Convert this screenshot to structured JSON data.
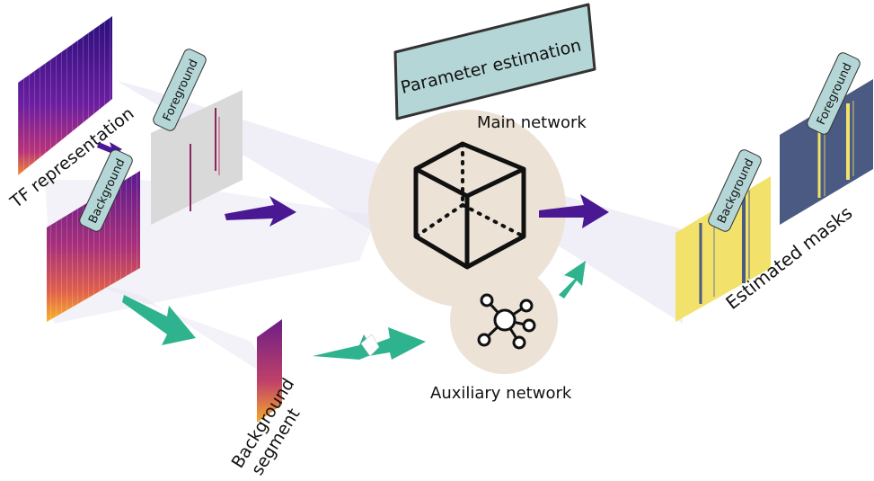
{
  "labels": {
    "tf_representation": "TF representation",
    "background_left": "Background",
    "foreground_left": "Foreground",
    "background_segment_line1": "Background",
    "background_segment_line2": "segment",
    "parameter_estimation": "Parameter estimation",
    "main_network": "Main network",
    "auxiliary_network": "Auxiliary network",
    "background_mask": "Background",
    "foreground_mask": "Foreground",
    "estimated_masks": "Estimated masks"
  },
  "colors": {
    "purple_arrow": "#4b1893",
    "teal_arrow": "#2eb38e",
    "tag_fill": "#b5d6d6",
    "halo": "#ece2d6",
    "mask_yellow": "#f2e16a",
    "mask_navy": "#4a5a82",
    "spec_purple": "#3b0f8a",
    "spec_orange": "#f39a2a"
  },
  "icons": [
    "cube-icon",
    "network-hub-icon"
  ]
}
